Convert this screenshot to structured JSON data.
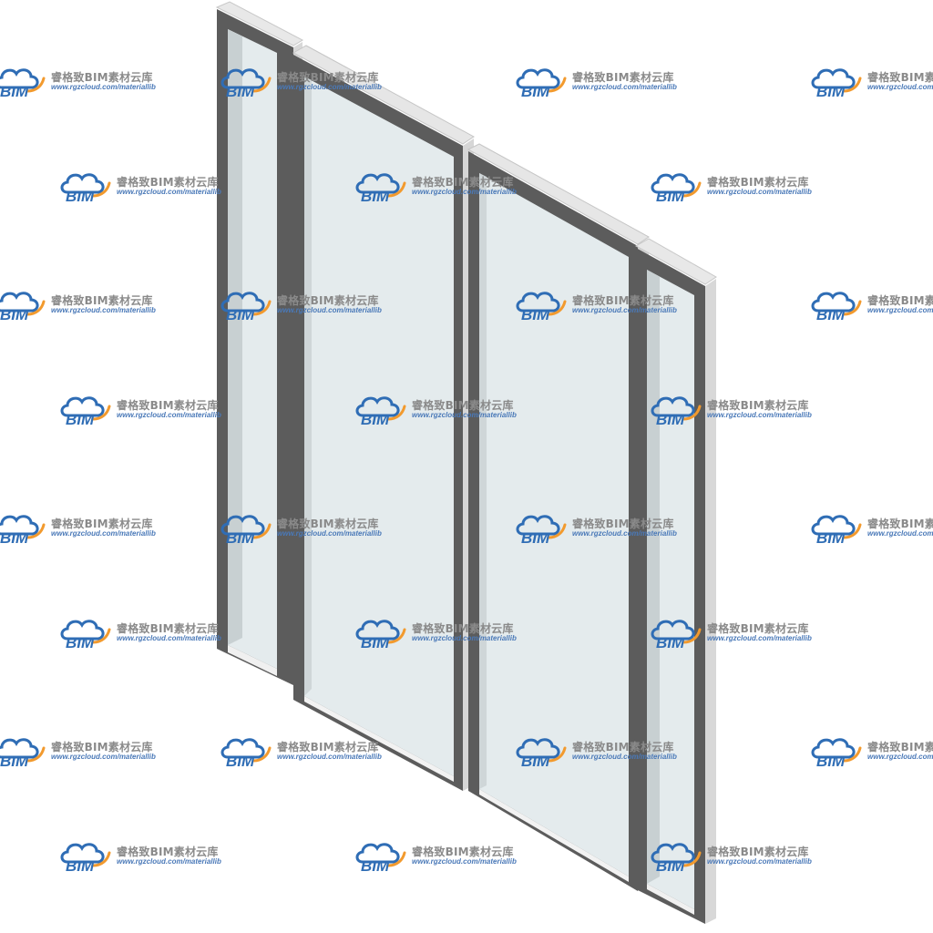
{
  "watermark": {
    "logo_text": "BIM",
    "title": "睿格致BIM素材云库",
    "url": "www.rgzcloud.com/materiallib",
    "logo_colors": {
      "cloud": "#2f6db5",
      "swoosh": "#f29a2e",
      "text": "#2f6db5"
    }
  },
  "colors": {
    "background": "#ffffff",
    "frame_dark": "#5a5a5a",
    "frame_light": "#dcdcdc",
    "frame_edge": "#bfbfbf",
    "glass": "#e6edef",
    "glass_shadow": "#c9d1d4"
  },
  "object": {
    "type": "glass partition wall with frames",
    "panels": 4
  }
}
